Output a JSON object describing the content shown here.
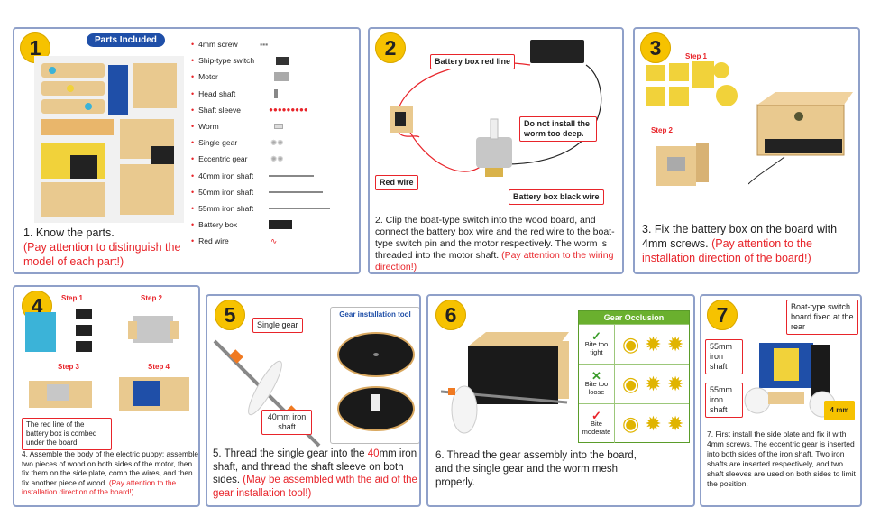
{
  "steps": [
    {
      "num": "1",
      "text": "1. Know the parts.",
      "note": "(Pay attention to distinguish the model of each part!)",
      "parts_title": "Parts Included",
      "parts": [
        "4mm screw",
        "Ship-type switch",
        "Motor",
        "Head shaft",
        "Shaft sleeve",
        "Worm",
        "Single gear",
        "Eccentric gear",
        "40mm iron shaft",
        "50mm iron shaft",
        "55mm iron shaft",
        "Battery box",
        "Red wire"
      ]
    },
    {
      "num": "2",
      "text": "2. Clip the boat-type switch into the wood board, and connect the battery box wire and the red wire to the boat-type switch pin and the motor respectively. The worm is threaded into the motor shaft.",
      "note": "(Pay attention to the wiring direction!)",
      "labels": {
        "red_line": "Battery box red line",
        "worm": "Do not install the worm too deep.",
        "red_wire": "Red wire",
        "black_wire": "Battery box black wire"
      }
    },
    {
      "num": "3",
      "text": "3. Fix the battery box on the board with 4mm screws.",
      "note": "(Pay attention to the installation direction of the board!)",
      "step1": "Step 1",
      "step2": "Step 2"
    },
    {
      "num": "4",
      "text": "4. Assemble the body of the electric puppy: assemble two pieces of wood on both sides of the motor, then fix them on the side plate, comb the wires, and then fix another piece of wood.",
      "note": "(Pay attention to the installation direction of the board!)",
      "s1": "Step 1",
      "s2": "Step 2",
      "s3": "Step 3",
      "s4": "Step 4",
      "callout": "The red line of the battery box is combed under the board."
    },
    {
      "num": "5",
      "text_a": "5. Thread the single gear into the ",
      "text_hl": "40",
      "text_b": "mm iron shaft, and thread the shaft sleeve on both sides.",
      "note": "(May be assembled with the aid of the gear installation tool!)",
      "single_gear": "Single gear",
      "shaft": "40mm iron shaft",
      "tool": "Gear installation tool"
    },
    {
      "num": "6",
      "text": "6. Thread the gear assembly into the board, and the single gear and the worm mesh properly.",
      "occlusion_title": "Gear Occlusion",
      "rows": [
        {
          "mark": "✓",
          "label": "Bite too tight"
        },
        {
          "mark": "✕",
          "label": "Bite too loose"
        },
        {
          "mark": "✓",
          "label": "Bite moderate"
        }
      ]
    },
    {
      "num": "7",
      "text": "7. First install the side plate and fix it with 4mm screws. The eccentric gear is inserted into both sides of the iron shaft. Two iron shafts are inserted respectively, and two shaft sleeves are used on both sides to limit the position.",
      "switch": "Boat-type switch board fixed at the rear",
      "shaft_a": "55mm iron shaft",
      "shaft_b": "55mm iron shaft",
      "screw": "4 mm"
    }
  ],
  "colors": {
    "accent": "#e8242a",
    "badge": "#f6c200",
    "border": "#8fa0c9",
    "blue": "#1f4fa8",
    "green": "#6ab02e"
  }
}
